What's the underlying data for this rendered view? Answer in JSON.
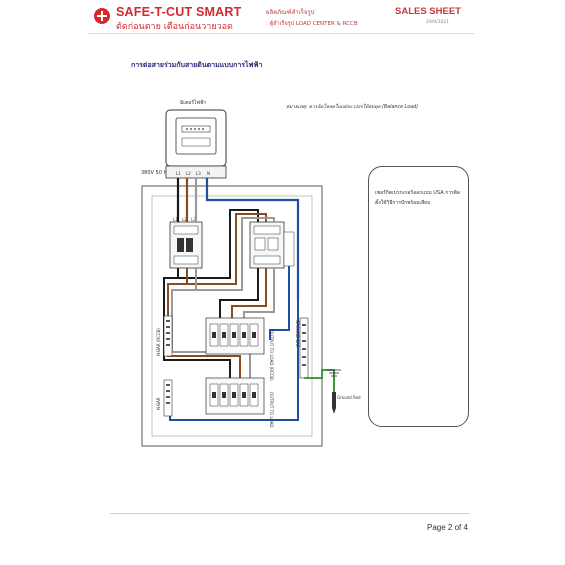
{
  "header": {
    "brand_name": "SAFE-T-CUT SMART",
    "tagline": "ตัดก่อนตาย เตือนก่อนวายวอด",
    "product_line1": "ผลิตภัณฑ์สำเร็จรูป",
    "product_line2": ": ตู้สำเร็จรูป LOAD CENTER & RCCB",
    "sheet_title": "SALES SHEET",
    "sheet_date": "29/9/2021"
  },
  "section": {
    "title": "การต่อสายร่วมกับสายดินตามแบบการไฟฟ้า"
  },
  "diagram": {
    "meter_label": "มิเตอร์ไฟฟ้า",
    "note": "หมายเหตุ: ควรจัดโหลดในแต่ละวงจรให้สมดุล (Balance Load)",
    "voltage": "380V 50 Hz",
    "meter_terminals": [
      "L1",
      "L2",
      "L3",
      "N"
    ],
    "breaker_labels": [
      "L1",
      "L2",
      "L3"
    ],
    "label_rcbo": "N-BAR (RCCB)",
    "label_nbar": "N-BAR",
    "label_out_rccb": "OUTPUT TO LOAD (RCCB)",
    "label_out_load": "OUTPUT TO LOAD",
    "label_ground_bar": "GROUND-BAR",
    "label_ground_rod": "Ground Rod",
    "colors": {
      "l1": "#1a1a1a",
      "l2": "#8a4b1e",
      "l3": "#9a9a9a",
      "neutral": "#1f4f9e",
      "ground": "#2e8b2e",
      "box": "#555555"
    }
  },
  "sidebox": {
    "note": "เซอร์กิตเบรกเกอร์ออกแบบ USA การติดตั้งใช้วิธีการปักพร้อมเสียบ"
  },
  "footer": {
    "page": "Page 2 of 4"
  }
}
